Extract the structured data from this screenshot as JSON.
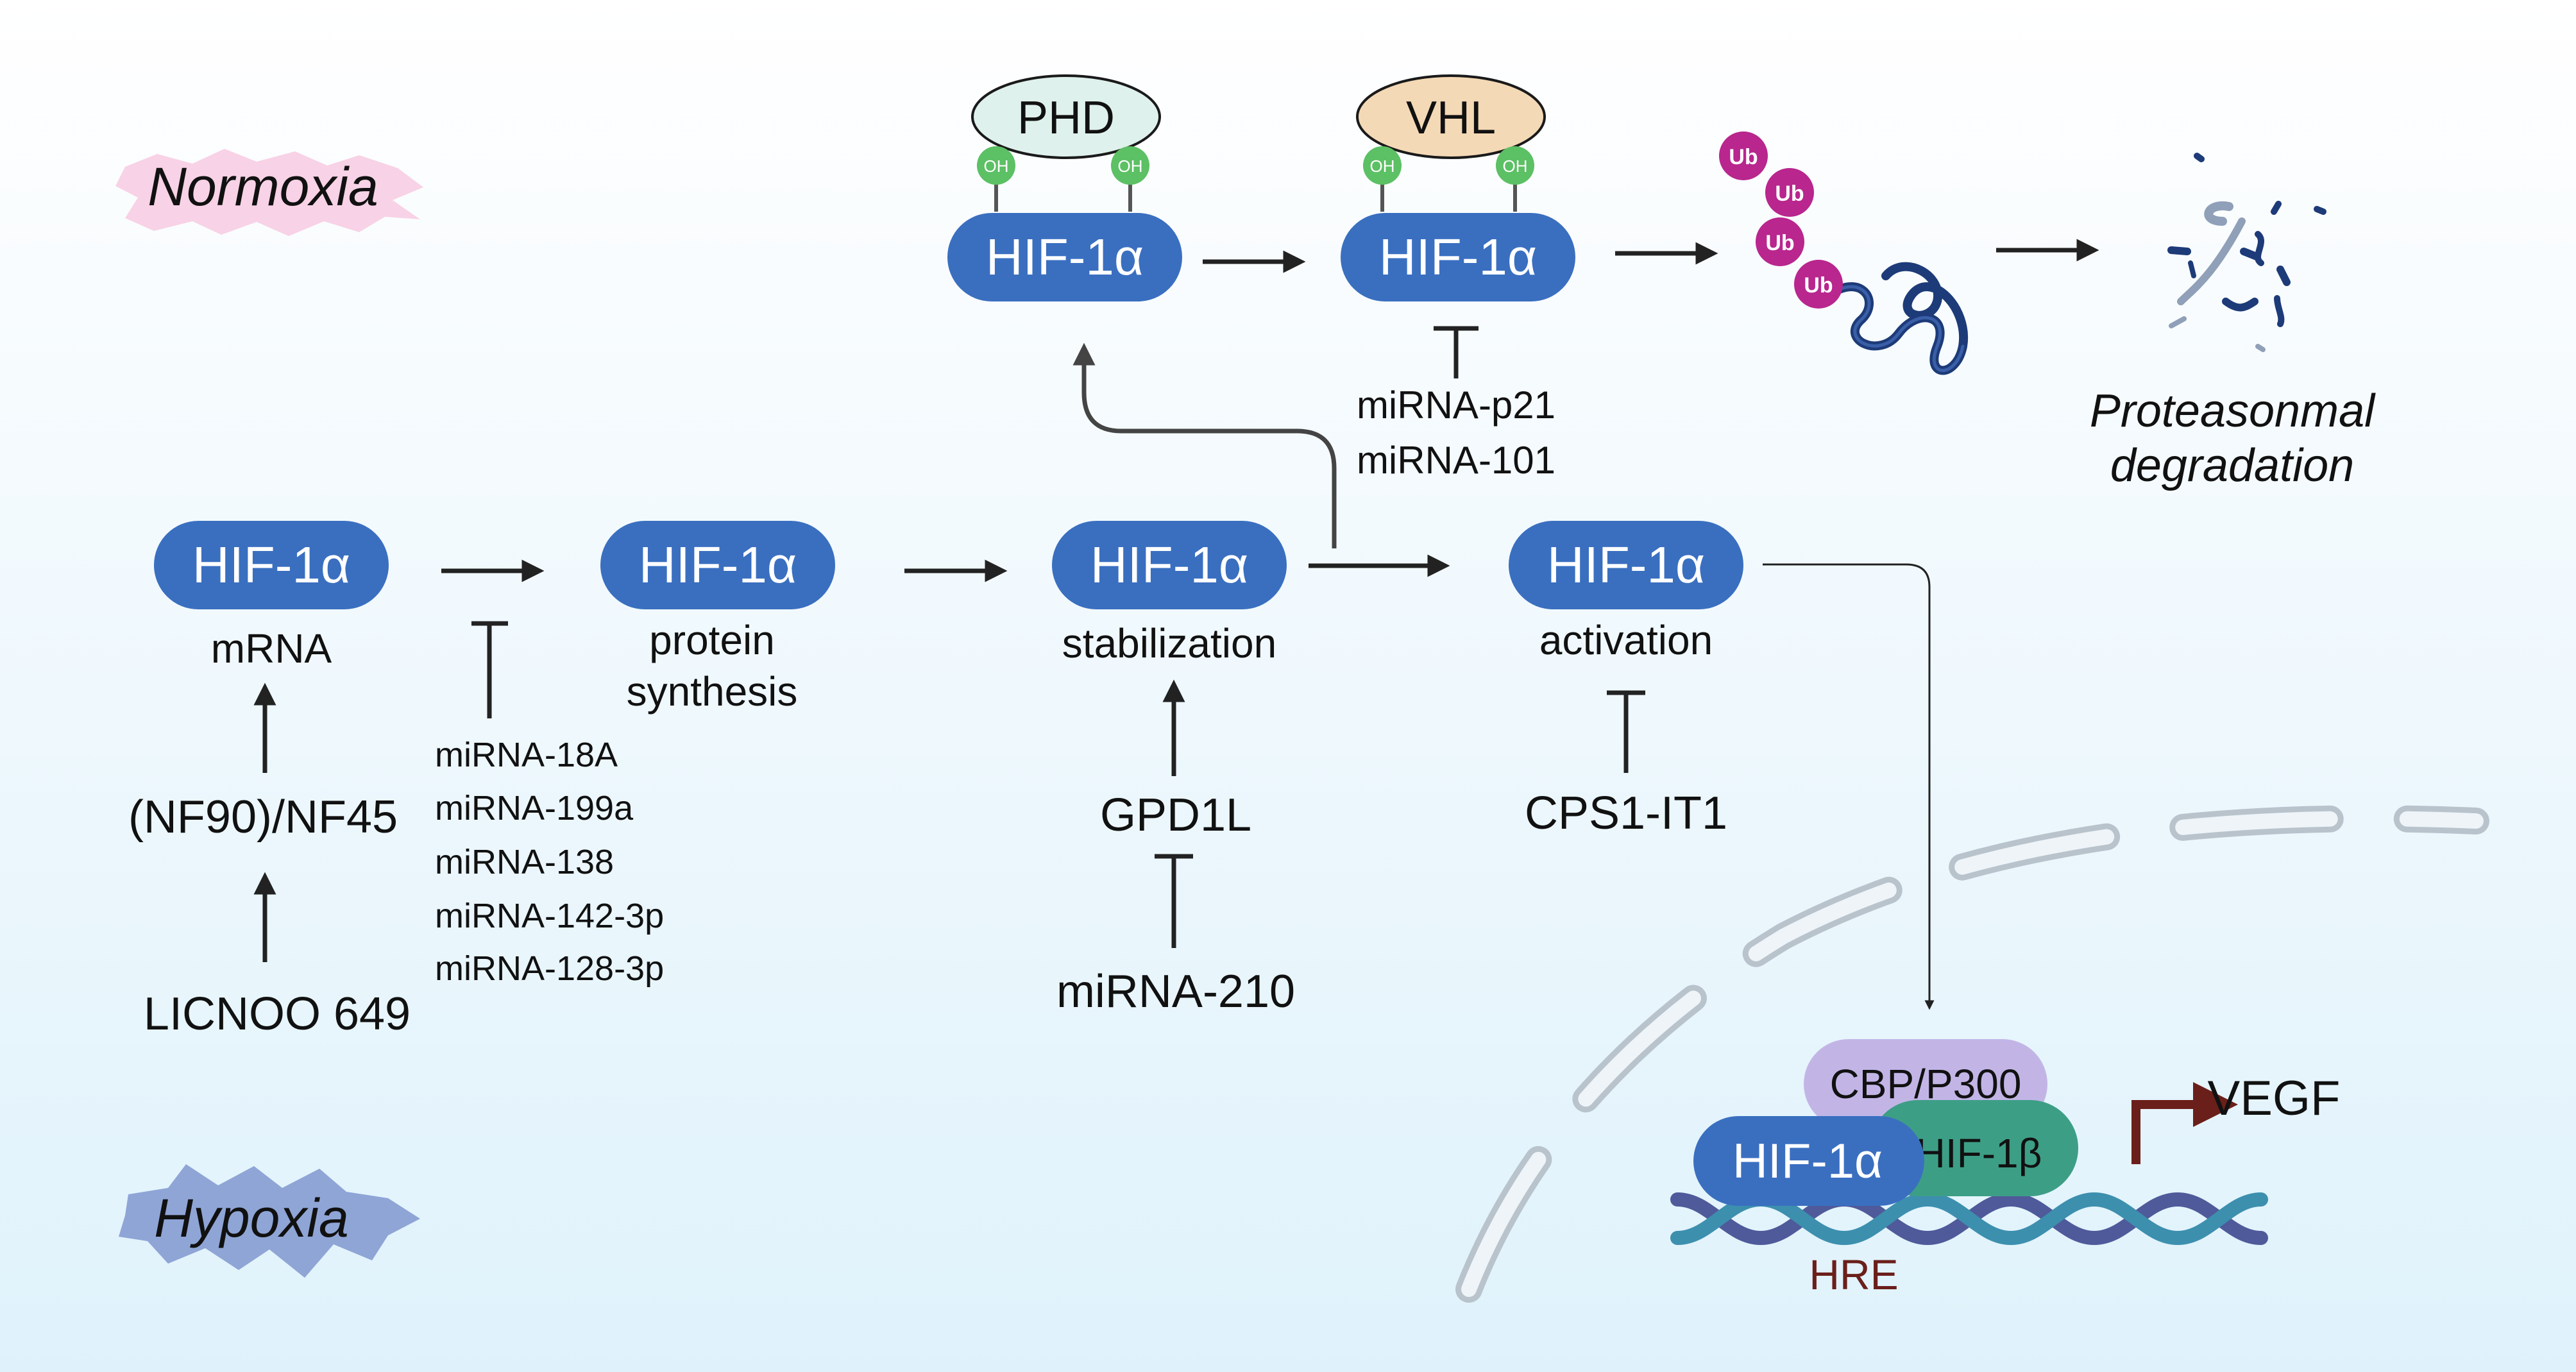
{
  "labels": {
    "normoxia": "Normoxia",
    "hypoxia": "Hypoxia",
    "proteasomal_line1": "Proteasonmal",
    "proteasomal_line2": "degradation",
    "vegf": "VEGF",
    "hre": "HRE"
  },
  "top_row": {
    "phd": "PHD",
    "vhl": "VHL",
    "oh": "OH",
    "hif_left": "HIF-1α",
    "hif_right": "HIF-1α",
    "ub": "Ub",
    "vhl_inhibitors": [
      "miRNA-p21",
      "miRNA-101"
    ]
  },
  "stages": [
    {
      "protein": "HIF-1α",
      "caption_lines": [
        "mRNA"
      ]
    },
    {
      "protein": "HIF-1α",
      "caption_lines": [
        "protein",
        "synthesis"
      ]
    },
    {
      "protein": "HIF-1α",
      "caption_lines": [
        "stabilization"
      ]
    },
    {
      "protein": "HIF-1α",
      "caption_lines": [
        "activation"
      ]
    }
  ],
  "mrna_regulators": {
    "upstream": "(NF90)/NF45",
    "source": "LICNOO 649"
  },
  "synthesis_inhibitors": [
    "miRNA-18A",
    "miRNA-199a",
    "miRNA-138",
    "miRNA-142-3p",
    "miRNA-128-3p"
  ],
  "stabilization_regulators": {
    "activator": "GPD1L",
    "inhibitor": "miRNA-210"
  },
  "activation_inhibitor": "CPS1-IT1",
  "nucleus_complex": {
    "coactivator": "CBP/P300",
    "hif_alpha": "HIF-1α",
    "hif_beta": "HIF-1β"
  },
  "colors": {
    "hif_blue": "#3a6fc0",
    "phd_fill": "#dff1ec",
    "vhl_fill": "#f4d9b6",
    "oh_green": "#5cc064",
    "ub_magenta": "#b8268e",
    "cbp_purple": "#c2b5e6",
    "hif_beta_green": "#3d9e86",
    "dna_teal": "#3d8fae",
    "dna_purple": "#4f5a9a",
    "vegf_arrow": "#6b1f1a",
    "normoxia_star": "#f8d2e6",
    "hypoxia_star": "#8fa5d6"
  }
}
